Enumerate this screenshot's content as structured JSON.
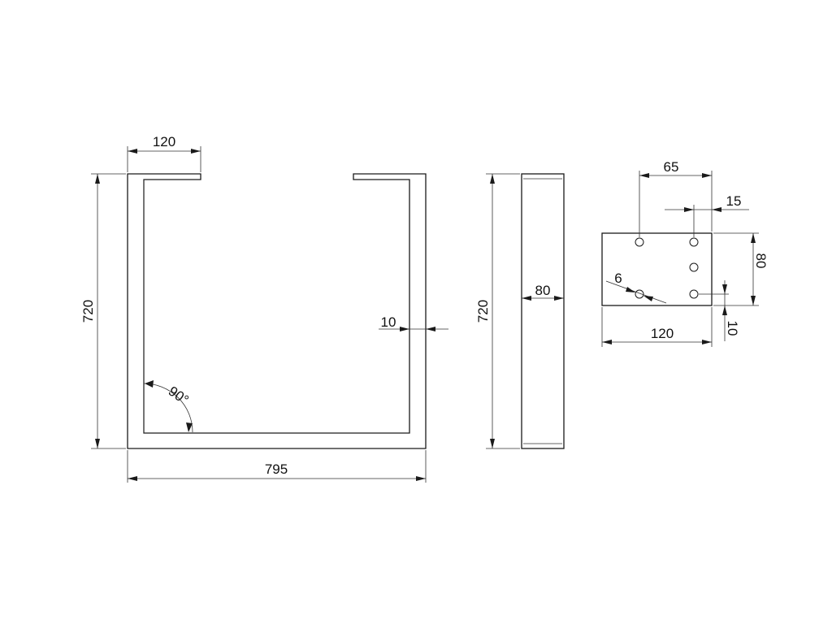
{
  "front_view": {
    "top_leg_width": "120",
    "height": "720",
    "overall_width": "795",
    "wall_thickness": "10",
    "corner_angle": "90°"
  },
  "side_view": {
    "height": "720",
    "depth": "80"
  },
  "plate_view": {
    "hole_spacing": "65",
    "edge_offset": "15",
    "plate_height": "80",
    "hole_diameter": "6",
    "plate_width": "120",
    "bottom_offset": "10"
  }
}
